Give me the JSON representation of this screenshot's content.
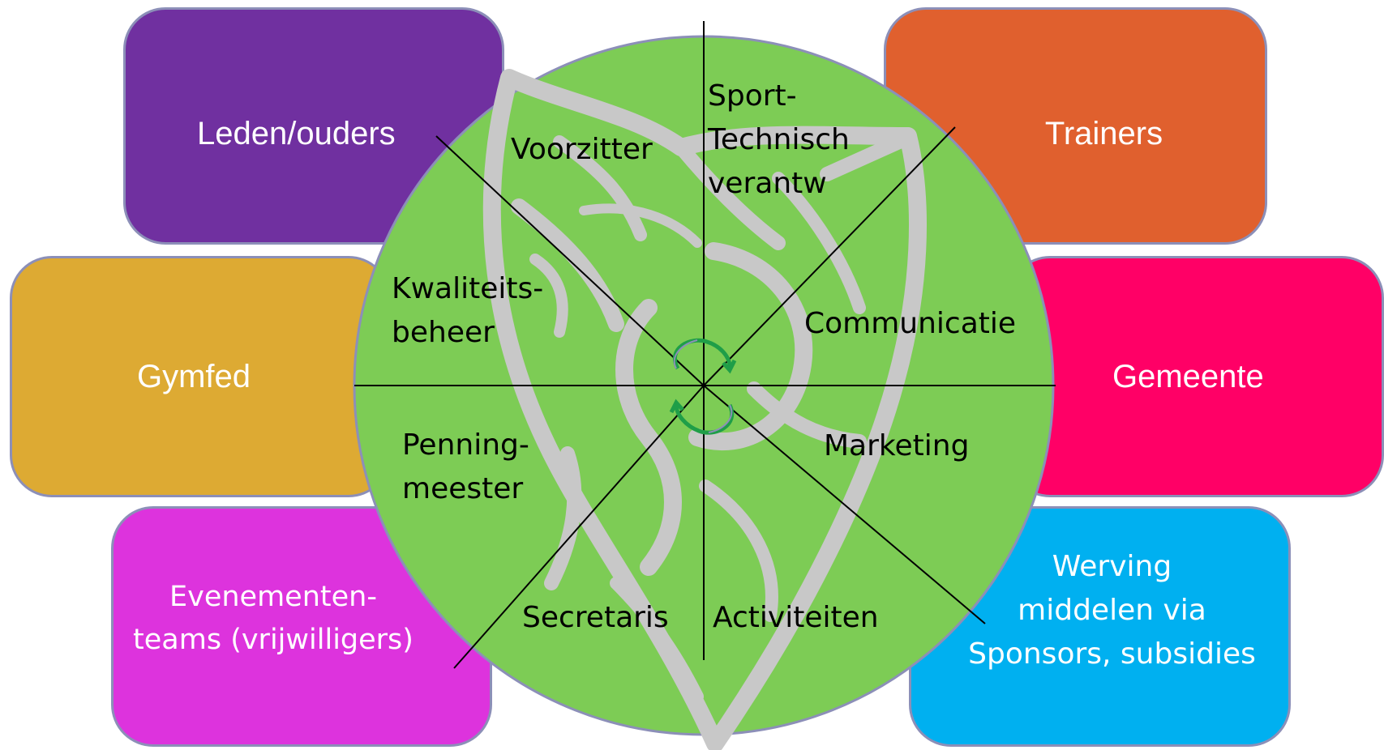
{
  "stakeholders": {
    "leden": "Leden/ouders",
    "trainers": "Trainers",
    "gymfed": "Gymfed",
    "gemeente": "Gemeente",
    "events": [
      "Evenementen-",
      "teams (vrijwilligers)"
    ],
    "werving": [
      "Werving",
      "middelen via",
      "Sponsors, subsidies"
    ]
  },
  "roles": {
    "voorzitter": "Voorzitter",
    "sport": [
      "Sport-",
      "Technisch",
      "verantw"
    ],
    "kwaliteit": [
      "Kwaliteits-",
      "beheer"
    ],
    "communicatie": "Communicatie",
    "penning": [
      "Penning-",
      "meester"
    ],
    "marketing": "Marketing",
    "secretaris": "Secretaris",
    "activiteiten": "Activiteiten"
  },
  "colors": {
    "leden": "#7030a0",
    "trainers": "#e0602e",
    "gymfed": "#ddaa33",
    "gemeente": "#ff0066",
    "events": "#dd33dd",
    "werving": "#00b0f0",
    "wheel": "#7dcc55",
    "emblem": "#c8c8c8",
    "cycle_arrows": "#1f9e48"
  },
  "icons": {
    "center": "cycle-arrows-icon",
    "emblem": "lion-shield-emblem"
  }
}
